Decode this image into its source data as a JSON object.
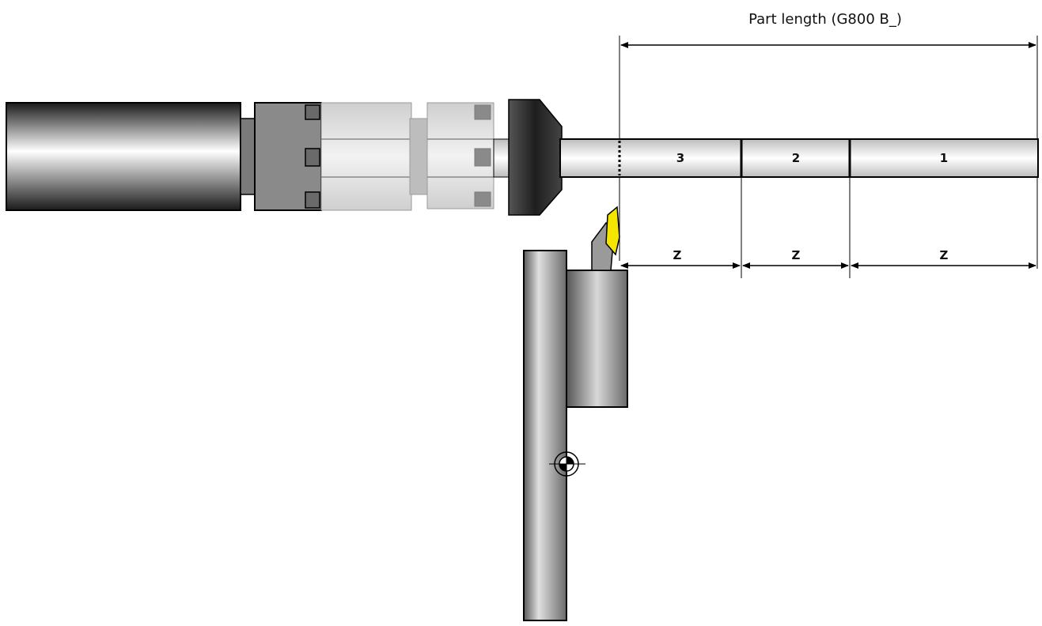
{
  "title": "Part length (G800 B_)",
  "segments": [
    {
      "label": "3"
    },
    {
      "label": "2"
    },
    {
      "label": "1"
    }
  ],
  "z_dimensions": [
    {
      "label": "Z"
    },
    {
      "label": "Z"
    },
    {
      "label": "Z"
    }
  ],
  "colors": {
    "tool_insert": "#f5e600",
    "outline": "#000000",
    "metal_light": "#f2f2f2",
    "metal_mid": "#bfbfbf",
    "metal_dark": "#3a3a3a"
  }
}
